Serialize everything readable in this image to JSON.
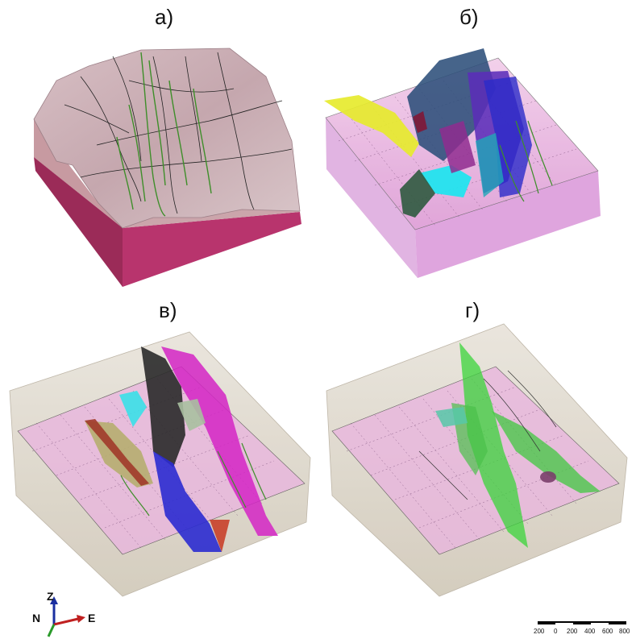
{
  "panels": [
    {
      "label": "а)"
    },
    {
      "label": "б)"
    },
    {
      "label": "в)"
    },
    {
      "label": "г)"
    }
  ],
  "axes": {
    "z": "Z",
    "n": "N",
    "e": "E"
  },
  "scale_bar": {
    "ticks": [
      "200",
      "0",
      "200",
      "400",
      "600",
      "800"
    ]
  },
  "colors": {
    "block_body": "#b3346a",
    "block_top": "#c9a9b0",
    "transparent_box": "#d9d2c4",
    "pink_plane": "#e8a6d9",
    "faults_green": "#3ea82e"
  }
}
